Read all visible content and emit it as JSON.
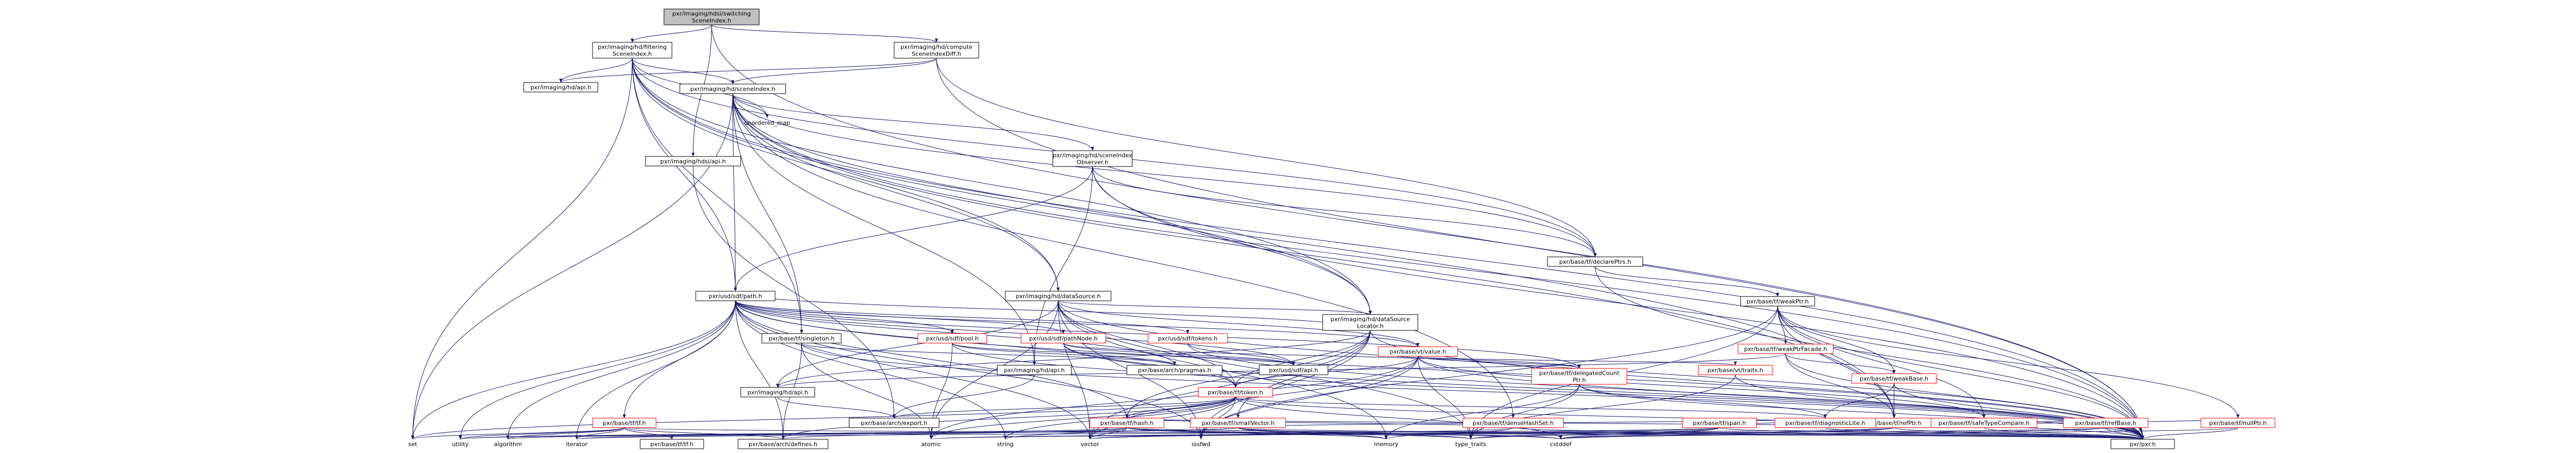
{
  "diagram": {
    "nodes": [
      {
        "id": "root",
        "label": "pxr/imaging/hdsi/switching\nSceneIndex.h",
        "style": "root"
      },
      {
        "id": "hdsi_api",
        "label": "pxr/imaging/hdsi/api.h",
        "style": "normal"
      },
      {
        "id": "filtering",
        "label": "pxr/imaging/hd/filtering\nSceneIndex.h",
        "style": "normal"
      },
      {
        "id": "compute_diff",
        "label": "pxr/imaging/hd/compute\nSceneIndexDiff.h",
        "style": "normal"
      },
      {
        "id": "hd_api",
        "label": "pxr/imaging/hd/api.h",
        "style": "normal"
      },
      {
        "id": "sceneIndex",
        "label": "pxr/imaging/hd/sceneIndex.h",
        "style": "normal"
      },
      {
        "id": "unordered_map",
        "label": "unordered_map",
        "style": "system"
      },
      {
        "id": "observer",
        "label": "pxr/imaging/hd/sceneIndex\nObserver.h",
        "style": "normal"
      },
      {
        "id": "declarePtrs",
        "label": "pxr/base/tf/declarePtrs.h",
        "style": "normal"
      },
      {
        "id": "weakPtr",
        "label": "pxr/base/tf/weakPtr.h",
        "style": "normal"
      },
      {
        "id": "weakPtrFacade",
        "label": "pxr/base/tf/weakPtrFacade.h",
        "style": "red"
      },
      {
        "id": "weakBase",
        "label": "pxr/base/tf/weakBase.h",
        "style": "red"
      },
      {
        "id": "refPtr",
        "label": "pxr/base/tf/refPtr.h",
        "style": "red"
      },
      {
        "id": "sdfPath",
        "label": "pxr/usd/sdf/path.h",
        "style": "normal"
      },
      {
        "id": "dataSource",
        "label": "pxr/imaging/hd/dataSource.h",
        "style": "normal"
      },
      {
        "id": "locator",
        "label": "pxr/imaging/hd/dataSource\nLocator.h",
        "style": "normal"
      },
      {
        "id": "singleton",
        "label": "pxr/base/tf/singleton.h",
        "style": "normal"
      },
      {
        "id": "pool",
        "label": "pxr/usd/sdf/pool.h",
        "style": "red"
      },
      {
        "id": "pathNode",
        "label": "pxr/usd/sdf/pathNode.h",
        "style": "red"
      },
      {
        "id": "sdfTokens",
        "label": "pxr/usd/sdf/tokens.h",
        "style": "red"
      },
      {
        "id": "vtValue",
        "label": "pxr/base/vt/value.h",
        "style": "red"
      },
      {
        "id": "hdApiH",
        "label": "pxr/imaging/hd/api.h",
        "style": "normal"
      },
      {
        "id": "archPragmas",
        "label": "pxr/base/arch/pragmas.h",
        "style": "normal"
      },
      {
        "id": "sdfApi",
        "label": "pxr/usd/sdf/api.h",
        "style": "normal"
      },
      {
        "id": "delegatedCountPtr",
        "label": "pxr/base/tf/delegatedCount\nPtr.h",
        "style": "red"
      },
      {
        "id": "traits",
        "label": "pxr/base/vt/traits.h",
        "style": "red"
      },
      {
        "id": "tfToken",
        "label": "pxr/base/tf/token.h",
        "style": "red"
      },
      {
        "id": "hdApi2",
        "label": "pxr/imaging/hd/api.h",
        "style": "normal"
      },
      {
        "id": "archExport",
        "label": "pxr/base/arch/export.h",
        "style": "normal"
      },
      {
        "id": "tfTf",
        "label": "pxr/base/tf/tf.h",
        "style": "red"
      },
      {
        "id": "smallVector",
        "label": "pxr/base/tf/smallVector.h",
        "style": "red"
      },
      {
        "id": "denseHashSet",
        "label": "pxr/base/tf/denseHashSet.h",
        "style": "red"
      },
      {
        "id": "tfHash",
        "label": "pxr/base/tf/hash.h",
        "style": "red"
      },
      {
        "id": "span",
        "label": "pxr/base/tf/span.h",
        "style": "red"
      },
      {
        "id": "diagnosticLite",
        "label": "pxr/base/tf/diagnosticLite.h",
        "style": "red"
      },
      {
        "id": "safeTypeCompare",
        "label": "pxr/base/tf/safeTypeCompare.h",
        "style": "red"
      },
      {
        "id": "refBase",
        "label": "pxr/base/tf/refBase.h",
        "style": "red"
      },
      {
        "id": "nullPtr",
        "label": "pxr/base/tf/nullPtr.h",
        "style": "red"
      },
      {
        "id": "archDefines",
        "label": "pxr/base/arch/defines.h",
        "style": "normal"
      },
      {
        "id": "tfTfH",
        "label": "pxr/base/tf/tf.h",
        "style": "normal"
      },
      {
        "id": "pxr",
        "label": "pxr/pxr.h",
        "style": "normal"
      },
      {
        "id": "set",
        "label": "set",
        "style": "system"
      },
      {
        "id": "utility",
        "label": "utility",
        "style": "system"
      },
      {
        "id": "algorithm",
        "label": "algorithm",
        "style": "system"
      },
      {
        "id": "iterator",
        "label": "iterator",
        "style": "system"
      },
      {
        "id": "atomic",
        "label": "atomic",
        "style": "system"
      },
      {
        "id": "string",
        "label": "string",
        "style": "system"
      },
      {
        "id": "vector",
        "label": "vector",
        "style": "system"
      },
      {
        "id": "iosfwd",
        "label": "iosfwd",
        "style": "system"
      },
      {
        "id": "memory",
        "label": "memory",
        "style": "system"
      },
      {
        "id": "type_traits",
        "label": "type_traits",
        "style": "system"
      },
      {
        "id": "cstddef",
        "label": "cstddef",
        "style": "system"
      }
    ],
    "edges": [
      [
        "root",
        "hdsi_api"
      ],
      [
        "root",
        "filtering"
      ],
      [
        "root",
        "compute_diff"
      ],
      [
        "root",
        "pxr"
      ],
      [
        "filtering",
        "hd_api"
      ],
      [
        "filtering",
        "sceneIndex"
      ],
      [
        "filtering",
        "unordered_map"
      ],
      [
        "filtering",
        "singleton"
      ],
      [
        "filtering",
        "sdfPath"
      ],
      [
        "filtering",
        "dataSource"
      ],
      [
        "filtering",
        "locator"
      ],
      [
        "filtering",
        "declarePtrs"
      ],
      [
        "filtering",
        "refPtr"
      ],
      [
        "filtering",
        "set"
      ],
      [
        "filtering",
        "pxr"
      ],
      [
        "compute_diff",
        "sceneIndex"
      ],
      [
        "compute_diff",
        "declarePtrs"
      ],
      [
        "compute_diff",
        "pxr"
      ],
      [
        "compute_diff",
        "hd_api"
      ],
      [
        "hdsi_api",
        "archExport"
      ],
      [
        "sceneIndex",
        "unordered_map"
      ],
      [
        "sceneIndex",
        "observer"
      ],
      [
        "sceneIndex",
        "declarePtrs"
      ],
      [
        "sceneIndex",
        "sdfPath"
      ],
      [
        "sceneIndex",
        "dataSource"
      ],
      [
        "sceneIndex",
        "locator"
      ],
      [
        "sceneIndex",
        "singleton"
      ],
      [
        "sceneIndex",
        "denseHashSet"
      ],
      [
        "sceneIndex",
        "hdApiH"
      ],
      [
        "sceneIndex",
        "set"
      ],
      [
        "sceneIndex",
        "pxr"
      ],
      [
        "sceneIndex",
        "refPtr"
      ],
      [
        "observer",
        "declarePtrs"
      ],
      [
        "observer",
        "sdfPath"
      ],
      [
        "observer",
        "locator"
      ],
      [
        "observer",
        "hdApiH"
      ],
      [
        "observer",
        "pxr"
      ],
      [
        "declarePtrs",
        "weakPtr"
      ],
      [
        "declarePtrs",
        "pxr"
      ],
      [
        "weakPtr",
        "weakPtrFacade"
      ],
      [
        "weakPtr",
        "weakBase"
      ],
      [
        "weakPtr",
        "refPtr"
      ],
      [
        "weakPtr",
        "nullPtr"
      ],
      [
        "weakPtr",
        "pxr"
      ],
      [
        "weakPtr",
        "iosfwd"
      ],
      [
        "weakPtr",
        "type_traits"
      ],
      [
        "weakPtr",
        "safeTypeCompare"
      ],
      [
        "weakPtrFacade",
        "weakBase"
      ],
      [
        "weakPtrFacade",
        "refPtr"
      ],
      [
        "weakPtrFacade",
        "pxr"
      ],
      [
        "weakPtrFacade",
        "hdApi2"
      ],
      [
        "weakBase",
        "refPtr"
      ],
      [
        "weakBase",
        "pxr"
      ],
      [
        "weakBase",
        "diagnosticLite"
      ],
      [
        "refPtr",
        "refBase"
      ],
      [
        "refPtr",
        "nullPtr"
      ],
      [
        "refPtr",
        "safeTypeCompare"
      ],
      [
        "refPtr",
        "diagnosticLite"
      ],
      [
        "refPtr",
        "pxr"
      ],
      [
        "refPtr",
        "typeinfo"
      ],
      [
        "refPtr",
        "type_traits"
      ],
      [
        "refPtr",
        "cstddef"
      ],
      [
        "refPtr",
        "atomic"
      ],
      [
        "refPtr",
        "tfHash"
      ],
      [
        "sdfPath",
        "pool"
      ],
      [
        "sdfPath",
        "pathNode"
      ],
      [
        "sdfPath",
        "sdfTokens"
      ],
      [
        "sdfPath",
        "vtValue"
      ],
      [
        "sdfPath",
        "tfToken"
      ],
      [
        "sdfPath",
        "sdfApi"
      ],
      [
        "sdfPath",
        "tfTf"
      ],
      [
        "sdfPath",
        "delegatedCountPtr"
      ],
      [
        "sdfPath",
        "set"
      ],
      [
        "sdfPath",
        "utility"
      ],
      [
        "sdfPath",
        "algorithm"
      ],
      [
        "sdfPath",
        "iterator"
      ],
      [
        "sdfPath",
        "string"
      ],
      [
        "sdfPath",
        "vector"
      ],
      [
        "sdfPath",
        "iosfwd"
      ],
      [
        "sdfPath",
        "pxr"
      ],
      [
        "sdfPath",
        "archDefines"
      ],
      [
        "sdfPath",
        "archPragmas"
      ],
      [
        "sdfPath",
        "tfHash"
      ],
      [
        "dataSource",
        "locator"
      ],
      [
        "dataSource",
        "vtValue"
      ],
      [
        "dataSource",
        "hdApi2"
      ],
      [
        "dataSource",
        "atomic"
      ],
      [
        "dataSource",
        "vector"
      ],
      [
        "dataSource",
        "memory"
      ],
      [
        "dataSource",
        "pxr"
      ],
      [
        "dataSource",
        "tfToken"
      ],
      [
        "dataSource",
        "iosfwd"
      ],
      [
        "dataSource",
        "type_traits"
      ],
      [
        "locator",
        "sdfPath"
      ],
      [
        "locator",
        "smallVector"
      ],
      [
        "locator",
        "tfToken"
      ],
      [
        "locator",
        "hdApi2"
      ],
      [
        "locator",
        "iosfwd"
      ],
      [
        "locator",
        "pxr"
      ],
      [
        "locator",
        "tfHash"
      ],
      [
        "locator",
        "vector"
      ],
      [
        "singleton",
        "archPragmas"
      ],
      [
        "singleton",
        "archDefines"
      ],
      [
        "singleton",
        "pxr"
      ],
      [
        "singleton",
        "atomic"
      ],
      [
        "pool",
        "sdfApi"
      ],
      [
        "pool",
        "archPragmas"
      ],
      [
        "pool",
        "atomic"
      ],
      [
        "pool",
        "pxr"
      ],
      [
        "pathNode",
        "tfToken"
      ],
      [
        "pathNode",
        "sdfApi"
      ],
      [
        "pathNode",
        "delegatedCountPtr"
      ],
      [
        "pathNode",
        "pxr"
      ],
      [
        "sdfTokens",
        "sdfApi"
      ],
      [
        "sdfTokens",
        "pxr"
      ],
      [
        "vtValue",
        "traits"
      ],
      [
        "vtValue",
        "delegatedCountPtr"
      ],
      [
        "vtValue",
        "tfToken"
      ],
      [
        "vtValue",
        "safeTypeCompare"
      ],
      [
        "vtValue",
        "pxr"
      ],
      [
        "vtValue",
        "iosfwd"
      ],
      [
        "vtValue",
        "type_traits"
      ],
      [
        "vtValue",
        "atomic"
      ],
      [
        "vtValue",
        "vector"
      ],
      [
        "traits",
        "pxr"
      ],
      [
        "traits",
        "type_traits"
      ],
      [
        "delegatedCountPtr",
        "diagnosticLite"
      ],
      [
        "delegatedCountPtr",
        "memory"
      ],
      [
        "delegatedCountPtr",
        "type_traits"
      ],
      [
        "delegatedCountPtr",
        "pxr"
      ],
      [
        "tfToken",
        "tfHash"
      ],
      [
        "tfToken",
        "diagnosticLite"
      ],
      [
        "tfToken",
        "archExport"
      ],
      [
        "tfToken",
        "pxr"
      ],
      [
        "tfToken",
        "iosfwd"
      ],
      [
        "tfToken",
        "string"
      ],
      [
        "tfToken",
        "vector"
      ],
      [
        "tfToken",
        "set"
      ],
      [
        "tfToken",
        "atomic"
      ],
      [
        "tfToken",
        "cstddef"
      ],
      [
        "tfToken",
        "archDefines"
      ],
      [
        "hdApi2",
        "archExport"
      ],
      [
        "hdApiH",
        "archExport"
      ],
      [
        "tfTf",
        "archDefines"
      ],
      [
        "tfTf",
        "pxr"
      ],
      [
        "tfTf",
        "tfTfH"
      ],
      [
        "tfTf",
        "utility"
      ],
      [
        "tfTf",
        "algorithm"
      ],
      [
        "tfTf",
        "set"
      ],
      [
        "tfTf",
        "iterator"
      ],
      [
        "smallVector",
        "diagnosticLite"
      ],
      [
        "smallVector",
        "pxr"
      ],
      [
        "smallVector",
        "type_traits"
      ],
      [
        "smallVector",
        "memory"
      ],
      [
        "smallVector",
        "cstddef"
      ],
      [
        "smallVector",
        "iterator"
      ],
      [
        "smallVector",
        "algorithm"
      ],
      [
        "smallVector",
        "utility"
      ],
      [
        "denseHashSet",
        "tfHash"
      ],
      [
        "denseHashSet",
        "pxr"
      ],
      [
        "denseHashSet",
        "memory"
      ],
      [
        "denseHashSet",
        "vector"
      ],
      [
        "tfHash",
        "pxr"
      ],
      [
        "tfHash",
        "archDefines"
      ],
      [
        "tfHash",
        "type_traits"
      ],
      [
        "tfHash",
        "memory"
      ],
      [
        "tfHash",
        "string"
      ],
      [
        "tfHash",
        "vector"
      ],
      [
        "tfHash",
        "utility"
      ],
      [
        "tfHash",
        "cstddef"
      ],
      [
        "span",
        "diagnosticLite"
      ],
      [
        "span",
        "pxr"
      ],
      [
        "span",
        "type_traits"
      ],
      [
        "span",
        "iterator"
      ],
      [
        "span",
        "cstddef"
      ],
      [
        "span",
        "vector"
      ],
      [
        "diagnosticLite",
        "pxr"
      ],
      [
        "safeTypeCompare",
        "pxr"
      ],
      [
        "refBase",
        "pxr"
      ],
      [
        "refBase",
        "atomic"
      ],
      [
        "refBase",
        "cstddef"
      ],
      [
        "nullPtr",
        "pxr"
      ],
      [
        "nullPtr",
        "cstddef"
      ]
    ]
  }
}
